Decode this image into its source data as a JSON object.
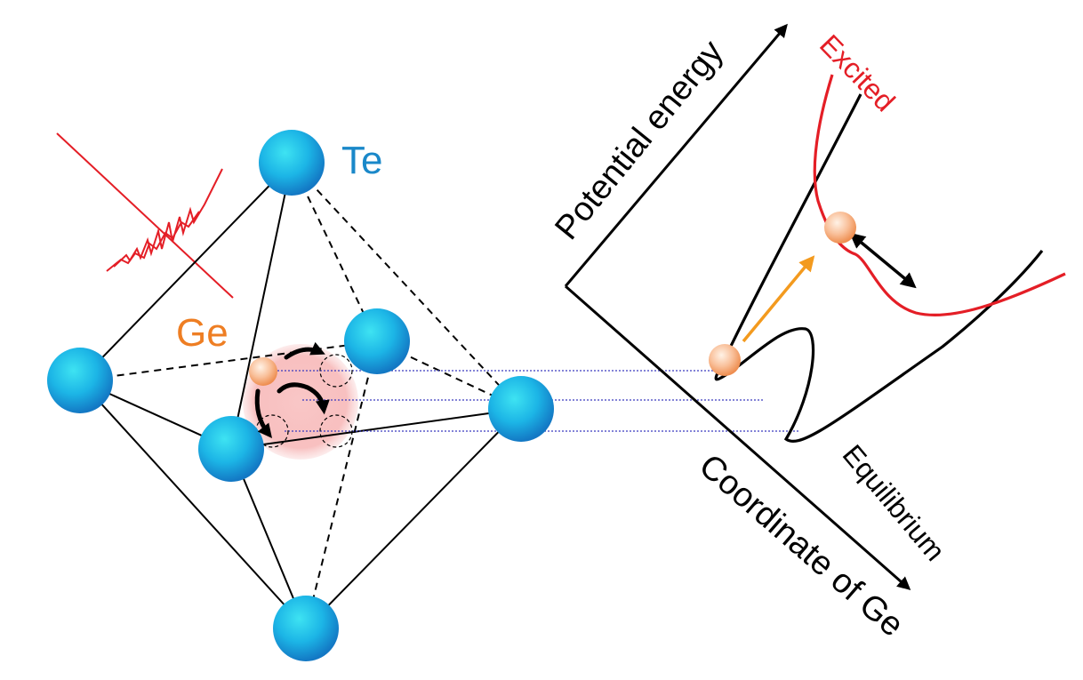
{
  "labels": {
    "te": "Te",
    "ge": "Ge",
    "y_axis": "Potential energy",
    "x_axis": "Coordinate of Ge",
    "excited": "Excited",
    "equilibrium": "Equilibrium"
  },
  "colors": {
    "te_atom": "#1aa6e0",
    "te_label": "#1a88c9",
    "ge_atom": "#f5b184",
    "ge_label": "#ee7e23",
    "laser_pulse": "#e41e26",
    "excited_curve": "#e41e26",
    "excited_label": "#e41e26",
    "equilibrium_curve": "#000000",
    "excitation_arrow": "#f39a1e",
    "guide_lines": "#3b3bbf",
    "glow": "#f6b0b0"
  },
  "icons": {
    "laser": "laser-pulse-icon",
    "rotation": "rotation-arrows-icon"
  }
}
